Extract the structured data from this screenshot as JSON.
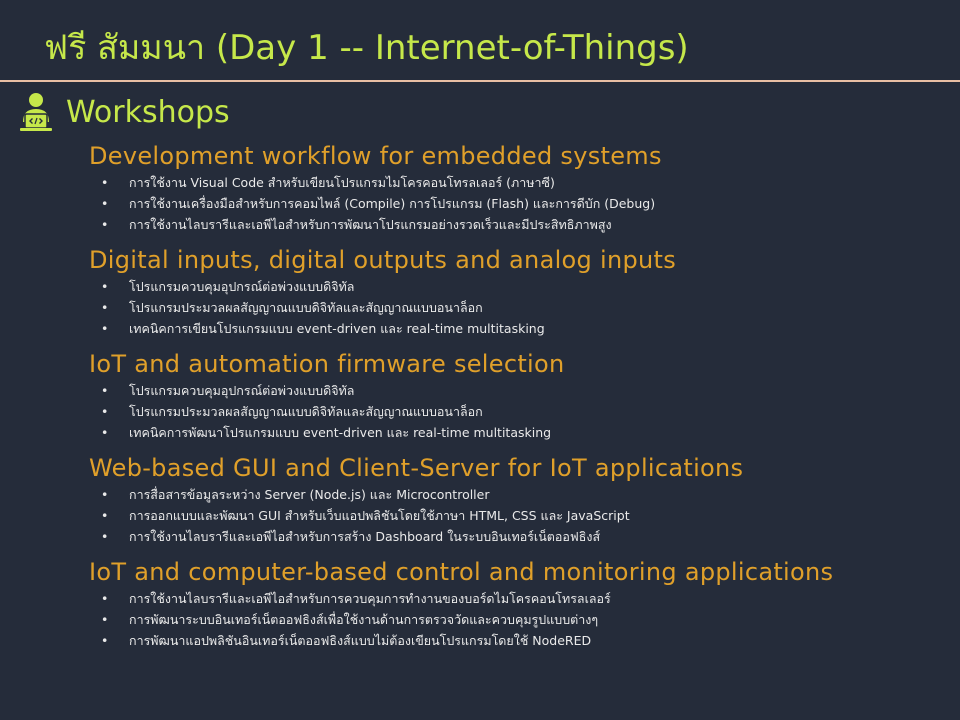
{
  "slide": {
    "title": "ฟรี สัมมนา (Day 1 -- Internet-of-Things)",
    "section": {
      "icon": "developer-icon",
      "label": "Workshops"
    }
  },
  "colors": {
    "background": "#252c3a",
    "title": "#c6e84a",
    "topic": "#e0a02a",
    "divider": "#e9bfa4",
    "text": "#eaeaea"
  },
  "topics": [
    {
      "title": "Development workflow for embedded systems",
      "bullets": [
        "การใช้งาน Visual Code สำหรับเขียนโปรแกรมไมโครคอนโทรลเลอร์ (ภาษาซี)",
        "การใช้งานเครื่องมือสำหรับการคอมไพล์ (Compile) การโปรแกรม (Flash) และการดีบัก (Debug)",
        "การใช้งานไลบรารีและเอพีไอสำหรับการพัฒนาโปรแกรมอย่างรวดเร็วและมีประสิทธิภาพสูง"
      ]
    },
    {
      "title": "Digital inputs, digital outputs and analog inputs",
      "bullets": [
        "โปรแกรมควบคุมอุปกรณ์ต่อพ่วงแบบดิจิทัล",
        "โปรแกรมประมวลผลสัญญาณแบบดิจิทัลและสัญญาณแบบอนาล็อก",
        "เทคนิคการเขียนโปรแกรมแบบ event-driven และ real-time multitasking"
      ]
    },
    {
      "title": "IoT and automation firmware selection",
      "bullets": [
        "โปรแกรมควบคุมอุปกรณ์ต่อพ่วงแบบดิจิทัล",
        "โปรแกรมประมวลผลสัญญาณแบบดิจิทัลและสัญญาณแบบอนาล็อก",
        "เทคนิคการพัฒนาโปรแกรมแบบ event-driven และ real-time multitasking"
      ]
    },
    {
      "title": "Web-based GUI and Client-Server for IoT applications",
      "bullets": [
        "การสื่อสารข้อมูลระหว่าง Server (Node.js) และ Microcontroller",
        "การออกแบบและพัฒนา GUI สำหรับเว็บแอปพลิชันโดยใช้ภาษา HTML, CSS และ JavaScript",
        "การใช้งานไลบรารีและเอพีไอสำหรับการสร้าง Dashboard ในระบบอินเทอร์เน็ตออฟธิงส์"
      ]
    },
    {
      "title": "IoT and computer-based control and monitoring applications",
      "bullets": [
        "การใช้งานไลบรารีและเอพีไอสำหรับการควบคุมการทำงานของบอร์ดไมโครคอนโทรลเลอร์",
        "การพัฒนาระบบอินเทอร์เน็ตออฟธิงส์เพื่อใช้งานด้านการตรวจวัดและควบคุมรูปแบบต่างๆ",
        "การพัฒนาแอปพลิชันอินเทอร์เน็ตออฟธิงส์แบบไม่ต้องเขียนโปรแกรมโดยใช้ NodeRED"
      ]
    }
  ]
}
